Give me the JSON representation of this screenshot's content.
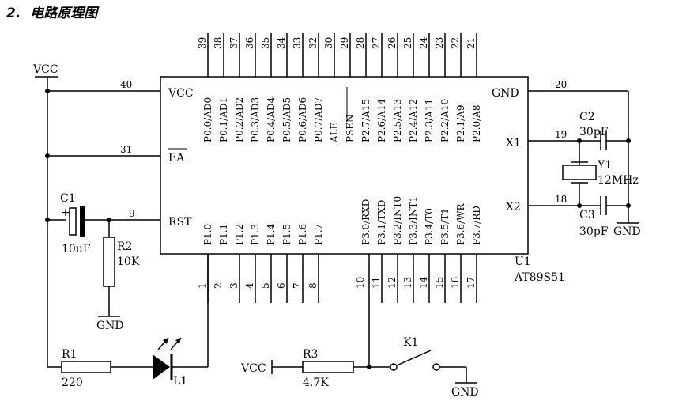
{
  "heading": {
    "number": "2.",
    "title": "电路原理图"
  },
  "chip": {
    "ref": "U1",
    "part": "AT89S51",
    "left_pins": [
      {
        "num": "40",
        "name": "VCC"
      },
      {
        "num": "31",
        "name": "EA"
      },
      {
        "num": "9",
        "name": "RST"
      }
    ],
    "right_pins": [
      {
        "num": "20",
        "name": "GND"
      },
      {
        "num": "19",
        "name": "X1"
      },
      {
        "num": "18",
        "name": "X2"
      }
    ],
    "top_pins": [
      {
        "num": "39",
        "name": "P0.0/AD0"
      },
      {
        "num": "38",
        "name": "P0.1/AD1"
      },
      {
        "num": "37",
        "name": "P0.2/AD2"
      },
      {
        "num": "36",
        "name": "P0.3/AD3"
      },
      {
        "num": "35",
        "name": "P0.4/AD4"
      },
      {
        "num": "34",
        "name": "P0.5/AD5"
      },
      {
        "num": "33",
        "name": "P0.6/AD6"
      },
      {
        "num": "32",
        "name": "P0.7/AD7"
      },
      {
        "num": "30",
        "name": "ALE"
      },
      {
        "num": "29",
        "name": "PSEN"
      },
      {
        "num": "28",
        "name": "P2.7/A15"
      },
      {
        "num": "27",
        "name": "P2.6/A14"
      },
      {
        "num": "26",
        "name": "P2.5/A13"
      },
      {
        "num": "25",
        "name": "P2.4/A12"
      },
      {
        "num": "24",
        "name": "P2.3/A11"
      },
      {
        "num": "23",
        "name": "P2.2/A10"
      },
      {
        "num": "22",
        "name": "P2.1/A9"
      },
      {
        "num": "21",
        "name": "P2.0/A8"
      }
    ],
    "bottom_pins": [
      {
        "num": "1",
        "name": "P1.0"
      },
      {
        "num": "2",
        "name": "P1.1"
      },
      {
        "num": "3",
        "name": "P1.2"
      },
      {
        "num": "4",
        "name": "P1.3"
      },
      {
        "num": "5",
        "name": "P1.4"
      },
      {
        "num": "6",
        "name": "P1.5"
      },
      {
        "num": "7",
        "name": "P1.6"
      },
      {
        "num": "8",
        "name": "P1.7"
      },
      {
        "num": "10",
        "name": "P3.0/RXD"
      },
      {
        "num": "11",
        "name": "P3.1/TXD"
      },
      {
        "num": "12",
        "name": "P3.2/INT0"
      },
      {
        "num": "13",
        "name": "P3.3/INT1"
      },
      {
        "num": "14",
        "name": "P3.4/T0"
      },
      {
        "num": "15",
        "name": "P3.5/T1"
      },
      {
        "num": "16",
        "name": "P3.6/WR"
      },
      {
        "num": "17",
        "name": "P3.7/RD"
      }
    ]
  },
  "labels": {
    "vcc_top": "VCC",
    "vcc_bottom": "VCC",
    "c1_ref": "C1",
    "c1_val": "10uF",
    "r2_ref": "R2",
    "r2_val": "10K",
    "gnd_r2": "GND",
    "r1_ref": "R1",
    "r1_val": "220",
    "led_ref": "L1",
    "r3_ref": "R3",
    "r3_val": "4.7K",
    "k1_ref": "K1",
    "gnd_k1": "GND",
    "c2_ref": "C2",
    "c2_val": "30pF",
    "y1_ref": "Y1",
    "y1_val": "12MHz",
    "c3_ref": "C3",
    "c3_val": "30pF",
    "gnd_xtal": "GND",
    "plus": "+"
  }
}
